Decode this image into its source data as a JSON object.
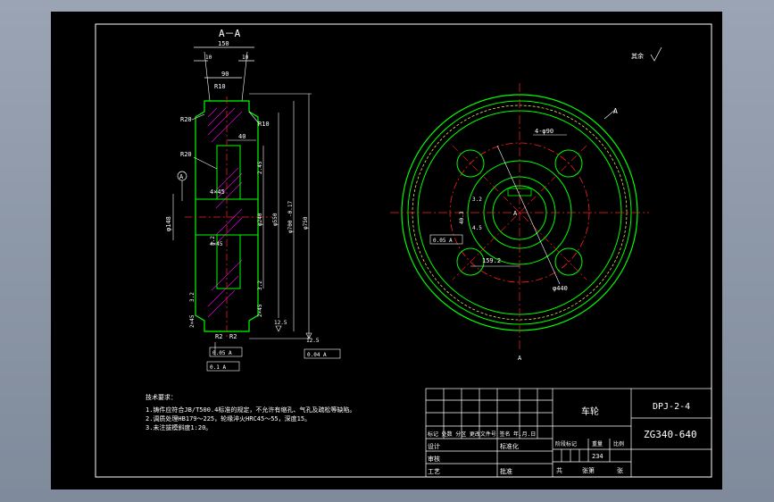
{
  "section": {
    "title": "A－A",
    "dims": {
      "w150": "150",
      "w10a": "10",
      "w10b": "10",
      "w90": "90",
      "r10a": "R10",
      "r20a": "R20",
      "r10b": "R10",
      "d40": "40",
      "r20b": "R20",
      "bore": "φ148",
      "d240": "φ240",
      "d550": "φ550",
      "d700": "φ700 -0.17",
      "d750": "φ750",
      "ch1": "2.45",
      "ch2": "4×45",
      "ch3": "4×45",
      "ch4": "2×45",
      "ch5": "2×45",
      "r2a": "R2",
      "r2b": "R2",
      "s1": "3.2",
      "s2": "12.5",
      "s3": "3.2",
      "s4": "3.2",
      "s5": "12.5"
    },
    "datum": "A",
    "tol1": "0.05 A",
    "tol2": "0.1 A",
    "tol3": "0.04 A"
  },
  "front": {
    "section_mark_a": "A",
    "holes": "4-φ90",
    "pcd": "φ440",
    "offset": "159.2",
    "center_label": "A",
    "bottom_a": "A",
    "tol": "0.05 A",
    "keyw": "40.3",
    "key_s": "3.2",
    "key_s2": "4.5"
  },
  "roughness_note": "其余",
  "tech": {
    "heading": "技术要求：",
    "line1": "1.铸件应符合JB/T500.4标准的规定，不允许有缩孔、气孔及疏松等缺陷。",
    "line2": "2.调质处理HB179～225，轮缘淬火HRC45～55，深度15。",
    "line3": "3.未注拔模斜度1:20。"
  },
  "title_block": {
    "part_name": "车轮",
    "drawing_no": "DPJ-2-4",
    "material": "ZG340-640",
    "row_mark": "标记 处数 分区 更改文件号 签名 年.月.日",
    "design": "设计",
    "standardize": "标准化",
    "stage": "阶段标记",
    "weight": "重量",
    "scale": "比例",
    "weight_val": "234",
    "audit": "审核",
    "process": "工艺",
    "approve": "批准",
    "total": "共",
    "sheet1": "张第",
    "sheet2": "张"
  }
}
